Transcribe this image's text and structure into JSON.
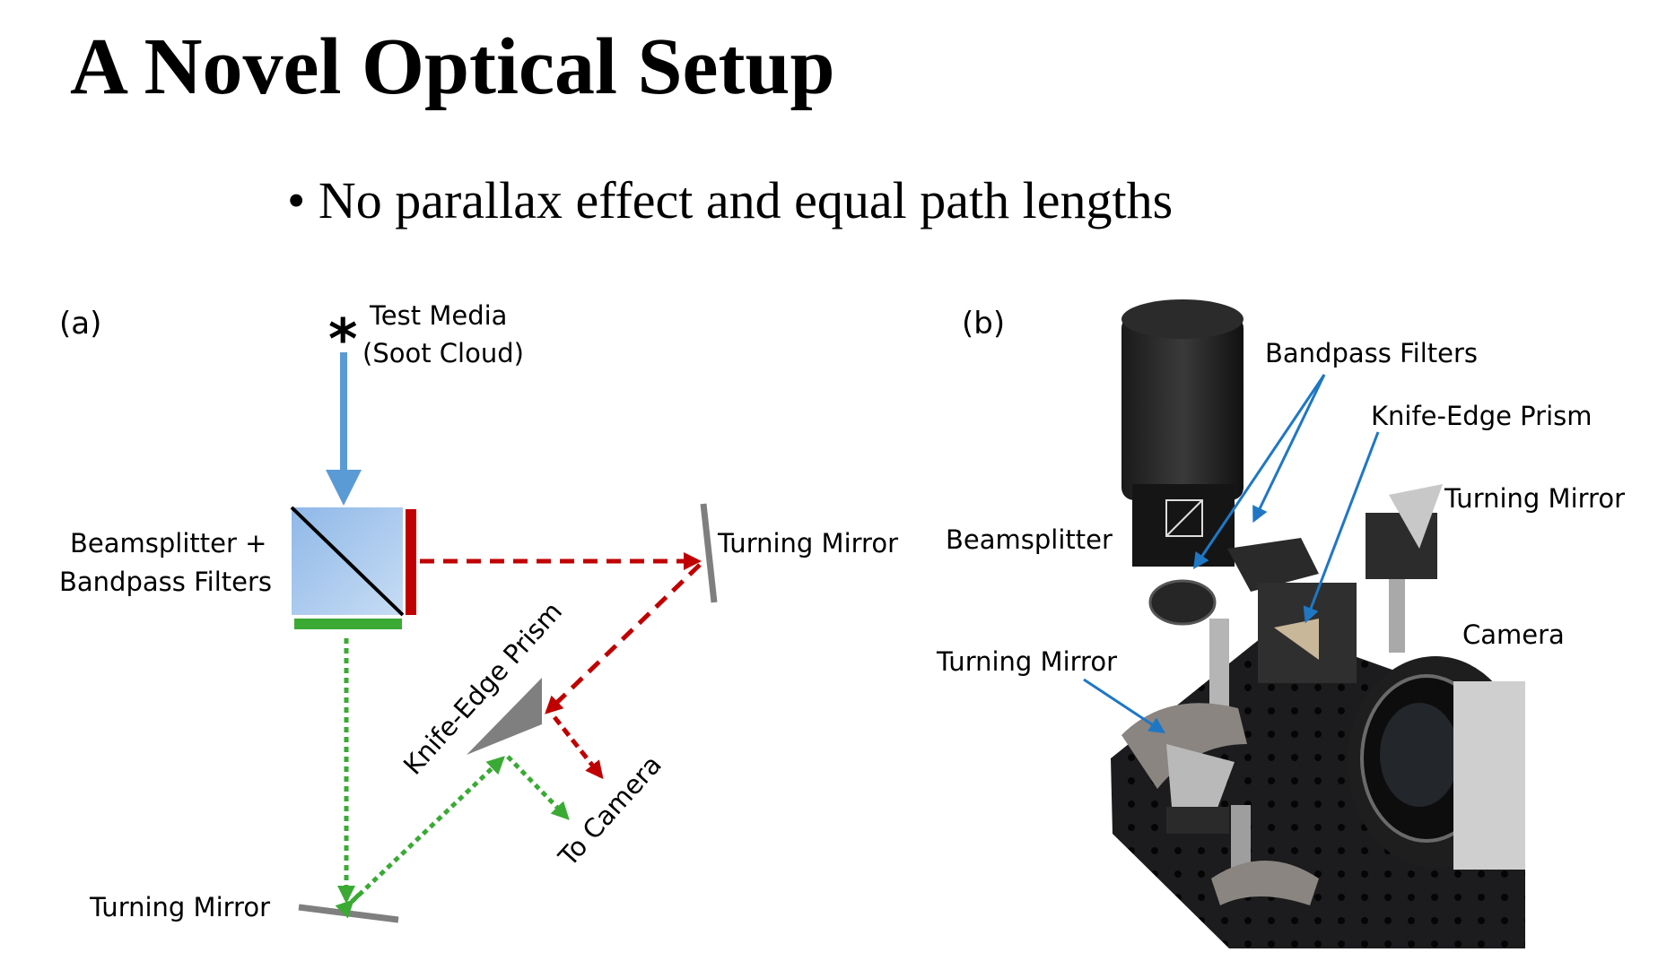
{
  "slide": {
    "title": "A Novel Optical Setup",
    "bullet_marker": "•",
    "bullet": "No parallax effect and equal path lengths"
  },
  "panel_a": {
    "label": "(a)",
    "source_symbol": "*",
    "test_media_line1": "Test Media",
    "test_media_line2": "(Soot Cloud)",
    "beamsplitter_line1": "Beamsplitter +",
    "beamsplitter_line2": "Bandpass Filters",
    "turning_mirror_right": "Turning Mirror",
    "turning_mirror_bottom": "Turning Mirror",
    "prism": "Knife-Edge Prism",
    "to_camera": "To Camera"
  },
  "panel_b": {
    "label": "(b)",
    "bandpass_filters": "Bandpass Filters",
    "knife_edge_prism": "Knife-Edge Prism",
    "turning_mirror_top": "Turning Mirror",
    "beamsplitter": "Beamsplitter",
    "camera": "Camera",
    "turning_mirror_left": "Turning Mirror"
  },
  "colors": {
    "incident_beam": "#5b9bd5",
    "red_path": "#c00000",
    "green_path": "#3aaa35",
    "mirror": "#7f7f7f",
    "callout": "#1f77c4"
  }
}
